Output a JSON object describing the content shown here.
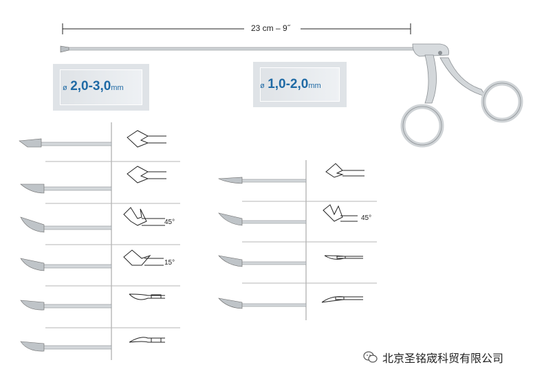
{
  "dimension": {
    "length_label": "23 cm – 9˝"
  },
  "badges": {
    "large": {
      "symbol": "ø",
      "range": "2,0-3,0",
      "unit": "mm"
    },
    "small": {
      "symbol": "ø",
      "range": "1,0-2,0",
      "unit": "mm"
    }
  },
  "angles": {
    "left_row3": "45°",
    "left_row4": "15°",
    "right_row2": "45°"
  },
  "watermark": {
    "icon": "wechat-icon",
    "text": "北京圣铭宬科贸有限公司"
  }
}
